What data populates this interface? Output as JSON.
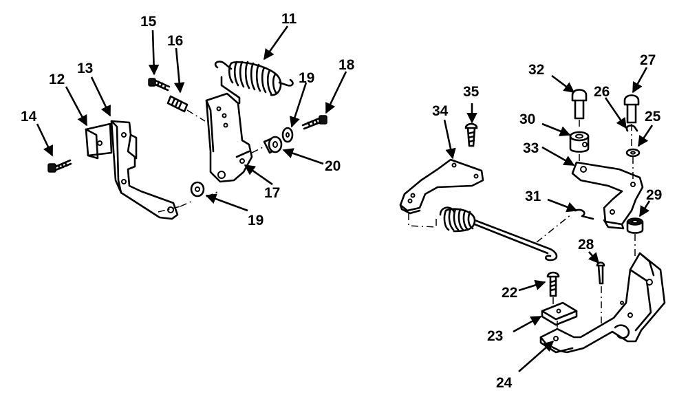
{
  "diagram": {
    "callouts": [
      {
        "id": "11",
        "text": "11"
      },
      {
        "id": "12",
        "text": "12"
      },
      {
        "id": "13",
        "text": "13"
      },
      {
        "id": "14",
        "text": "14"
      },
      {
        "id": "15",
        "text": "15"
      },
      {
        "id": "16",
        "text": "16"
      },
      {
        "id": "17",
        "text": "17"
      },
      {
        "id": "18",
        "text": "18"
      },
      {
        "id": "19a",
        "text": "19"
      },
      {
        "id": "19b",
        "text": "19"
      },
      {
        "id": "20",
        "text": "20"
      },
      {
        "id": "22",
        "text": "22"
      },
      {
        "id": "23",
        "text": "23"
      },
      {
        "id": "24",
        "text": "24"
      },
      {
        "id": "25",
        "text": "25"
      },
      {
        "id": "26",
        "text": "26"
      },
      {
        "id": "27",
        "text": "27"
      },
      {
        "id": "28",
        "text": "28"
      },
      {
        "id": "29",
        "text": "29"
      },
      {
        "id": "30",
        "text": "30"
      },
      {
        "id": "31",
        "text": "31"
      },
      {
        "id": "32",
        "text": "32"
      },
      {
        "id": "33",
        "text": "33"
      },
      {
        "id": "34",
        "text": "34"
      },
      {
        "id": "35",
        "text": "35"
      }
    ]
  }
}
